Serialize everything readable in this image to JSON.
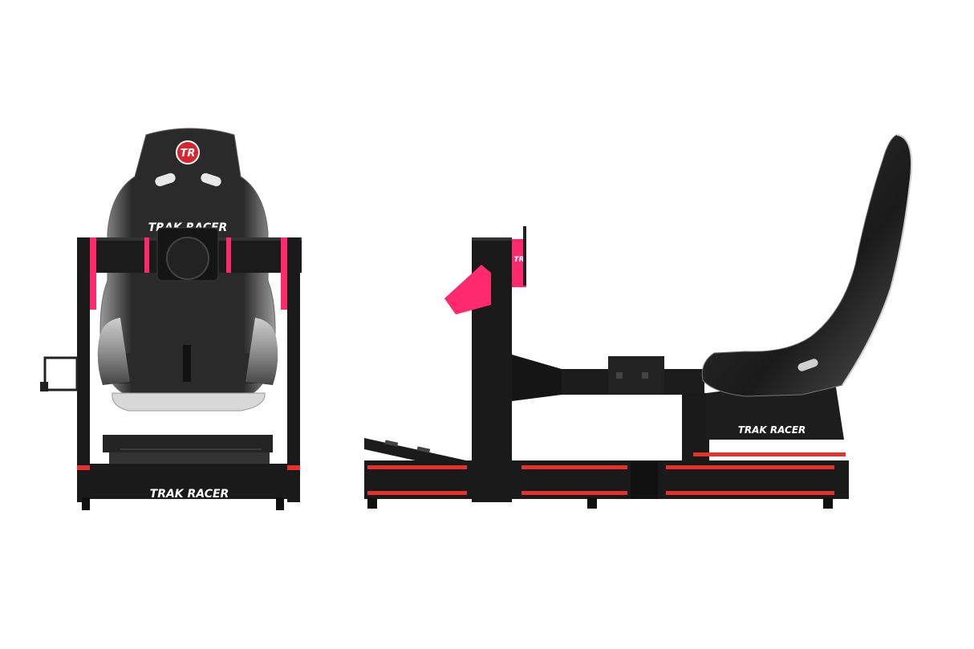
{
  "image": {
    "background": "#ffffff",
    "colors": {
      "frame": "#161616",
      "frame_light": "#2a2a2a",
      "seat": "#1c1c1c",
      "seat_grey": "#8a8a8a",
      "accent_pink": "#ff2a6d",
      "accent_red": "#e5322d",
      "logo_red": "#d9252b"
    }
  },
  "front_view": {
    "seat_logo_text": "TR",
    "seat_brand_text": "TRAK RACER",
    "base_brand_text": "TRAK RACER"
  },
  "side_view": {
    "bracket_logo_text": "TR",
    "seat_slider_brand_text": "TRAK RACER"
  }
}
